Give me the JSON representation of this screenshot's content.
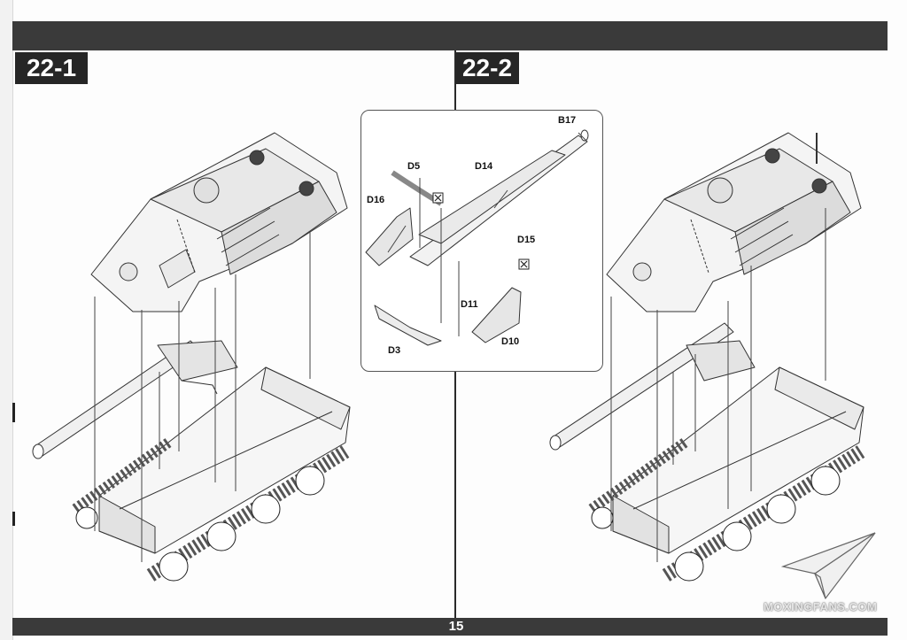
{
  "steps": [
    {
      "id": "22-1"
    },
    {
      "id": "22-2"
    }
  ],
  "detail": {
    "parts": {
      "b17": "B17",
      "d5": "D5",
      "d14": "D14",
      "d16": "D16",
      "d15": "D15",
      "d11": "D11",
      "d10": "D10",
      "d3": "D3"
    },
    "no_glue_icon": "no-glue-icon"
  },
  "page_number": "15",
  "watermark": "MOXINGFANS.COM",
  "colors": {
    "bar": "#3a3a3a",
    "tab": "#262626",
    "line": "#333333"
  }
}
